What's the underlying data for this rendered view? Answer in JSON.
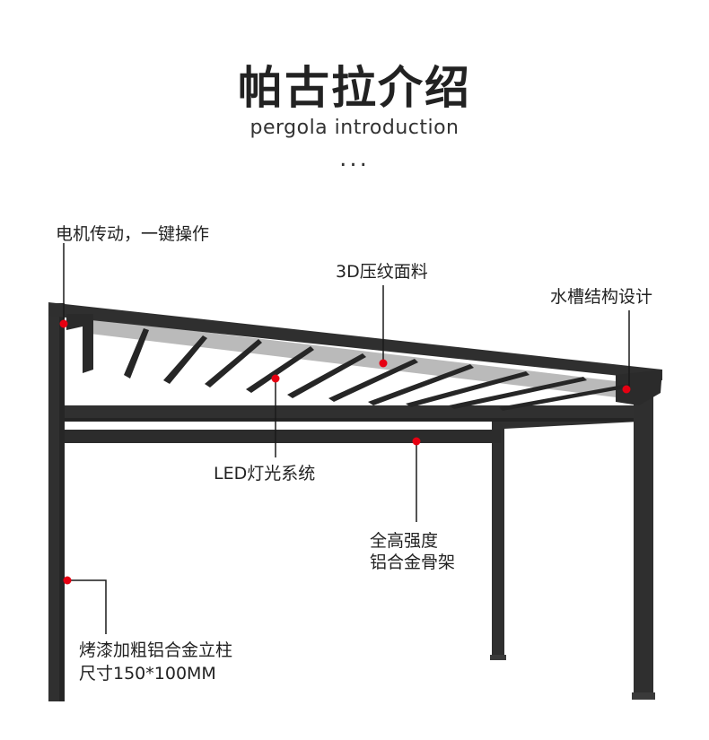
{
  "header": {
    "title": "帕古拉介绍",
    "subtitle": "pergola introduction",
    "dots": "..."
  },
  "colors": {
    "frame": "#2f2f2f",
    "frame_dark": "#262626",
    "marker": "#e60012",
    "text": "#222222",
    "leader": "#1a1a1a"
  },
  "callouts": {
    "motor": "电机传动，一键操作",
    "embossed": "3D压纹面料",
    "gutter": "水槽结构设计",
    "led": "LED灯光系统",
    "frame_line1": "全高强度",
    "frame_line2": "铝合金骨架",
    "post_line1": "烤漆加粗铝合金立柱",
    "post_line2": "尺寸150*100MM"
  }
}
